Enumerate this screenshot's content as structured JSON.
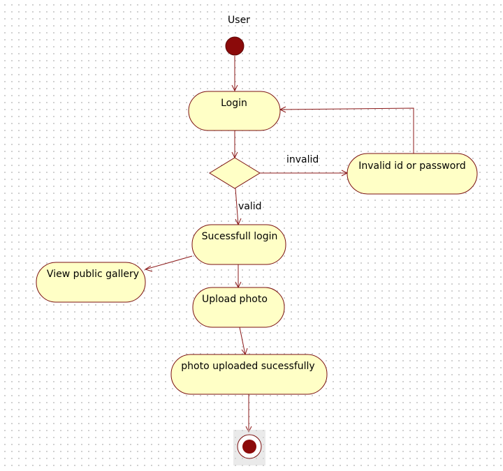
{
  "diagram": {
    "swimlane_label": "User",
    "nodes": {
      "login": "Login",
      "invalid": "Invalid id or password",
      "success": "Sucessfull login",
      "gallery": "View public gallery",
      "upload": "Upload photo",
      "uploaded": "photo uploaded sucessfully"
    },
    "edge_labels": {
      "invalid": "invalid",
      "valid": "valid"
    }
  },
  "colors": {
    "node_fill": "#ffffc6",
    "node_stroke": "#7a0f0f",
    "edge": "#8b1a1a",
    "start_fill": "#8b0a0a"
  }
}
